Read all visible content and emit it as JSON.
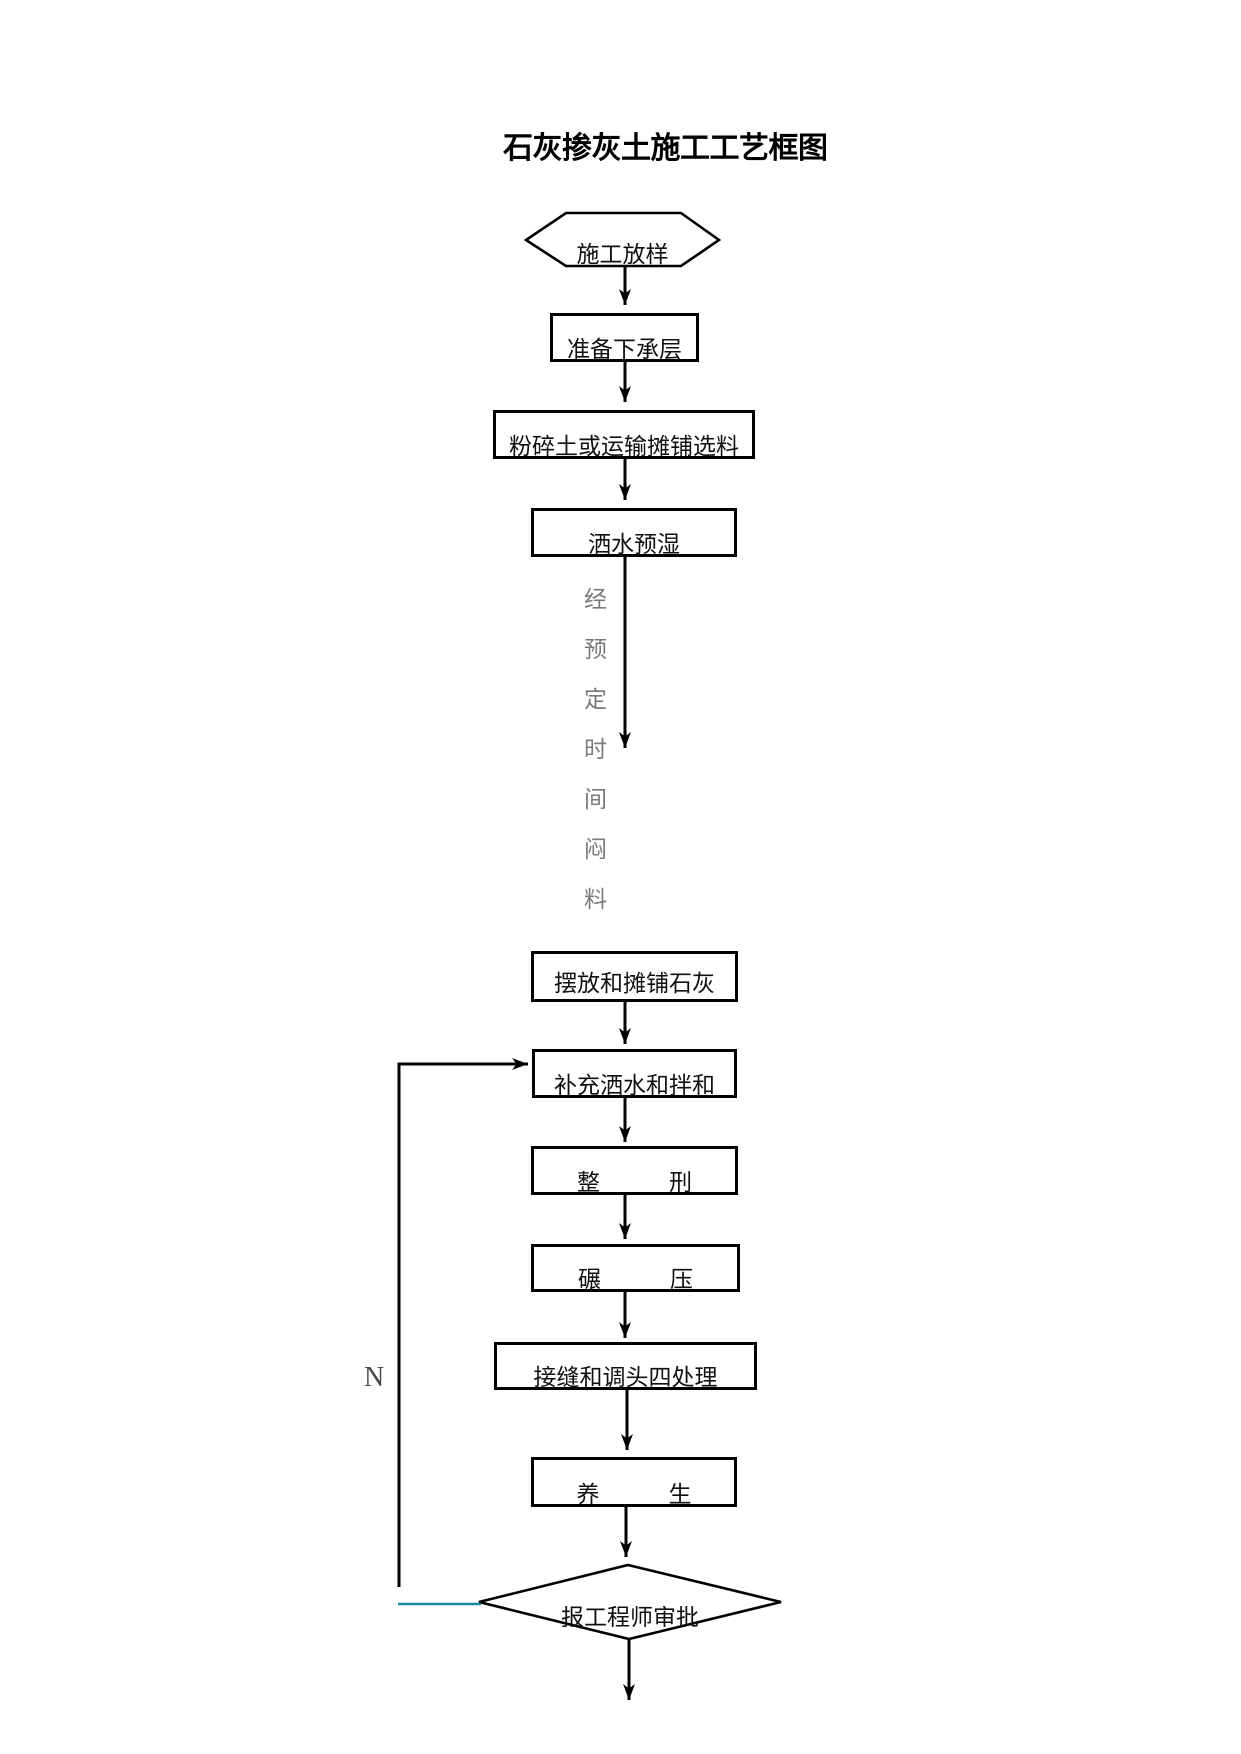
{
  "page": {
    "title": "石灰掺灰土施工工艺框图"
  },
  "flowchart": {
    "nodes": [
      {
        "id": "start",
        "type": "hexagon",
        "label": "施工放样"
      },
      {
        "id": "prepare",
        "type": "process",
        "label": "准备下承层"
      },
      {
        "id": "crush",
        "type": "process",
        "label": "粉碎土或运输摊铺选料"
      },
      {
        "id": "prewet",
        "type": "process",
        "label": "洒水预湿"
      },
      {
        "id": "spread-lime",
        "type": "process",
        "label": "摆放和摊铺石灰"
      },
      {
        "id": "water-mix",
        "type": "process",
        "label": "补充洒水和拌和"
      },
      {
        "id": "shaping",
        "type": "process",
        "label": "整　　　刑"
      },
      {
        "id": "rolling",
        "type": "process",
        "label": "碾　　　压"
      },
      {
        "id": "joints",
        "type": "process",
        "label": "接缝和调头四处理"
      },
      {
        "id": "curing",
        "type": "process",
        "label": "养　　　生"
      },
      {
        "id": "approval",
        "type": "decision",
        "label": "报工程师审批"
      }
    ],
    "edge_annotation": "经预定时间闷料",
    "loop_label": "N"
  },
  "colors": {
    "line": "#000000",
    "box_border": "#000000",
    "text": "#111111",
    "annotation_gray": "#7a7a7a",
    "loop_segment_cyan": "#178a9c",
    "page_background": "#ffffff"
  }
}
